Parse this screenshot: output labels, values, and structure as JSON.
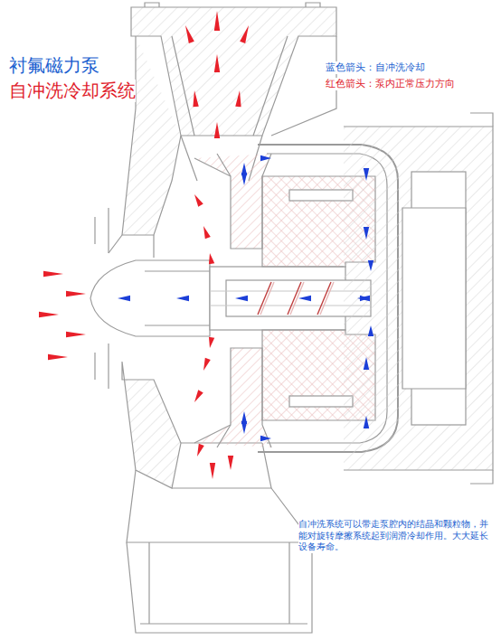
{
  "diagram": {
    "title": "衬氟磁力泵",
    "labels": [
      "自冲洗冷却系统",
      "蓝色箭头：自冲洗冷却",
      "红色箭头：泵内正常压力方向",
      "自冲洗系统可以带走泵腔内的结晶和颗粒物，并能对旋转摩擦系统起到润滑冷却作用。大大延长设备寿命。"
    ]
  }
}
